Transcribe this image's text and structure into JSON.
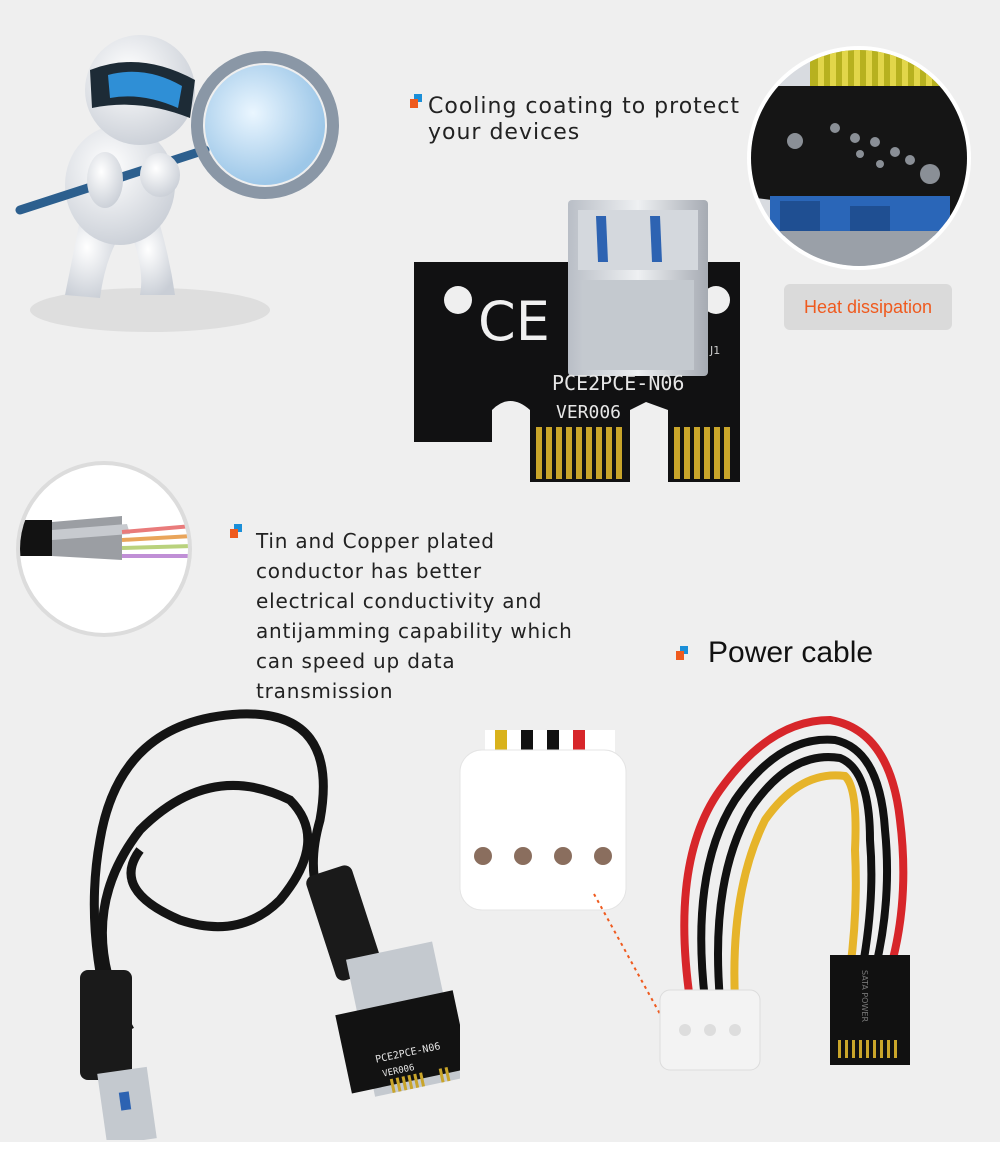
{
  "features": {
    "cooling_coating": "Cooling coating to protect your devices",
    "heat_dissipation": "Heat dissipation",
    "conductor": "Tin and Copper plated conductor has better electrical conductivity and antijamming capability which can speed up data transmission",
    "power_cable": "Power cable"
  },
  "board": {
    "model": "PCE2PCE-N06",
    "version": "VER006",
    "mark": "CE",
    "ref": "J1"
  },
  "sata_label": "SATA POWER",
  "colors": {
    "accent_orange": "#ef5a1e",
    "accent_blue": "#1b8fd8",
    "background": "#efefef"
  },
  "icons": [
    "magnifier-figure-icon",
    "cable-closeup-icon",
    "usb-riser-board-icon",
    "power-cable-icon"
  ]
}
